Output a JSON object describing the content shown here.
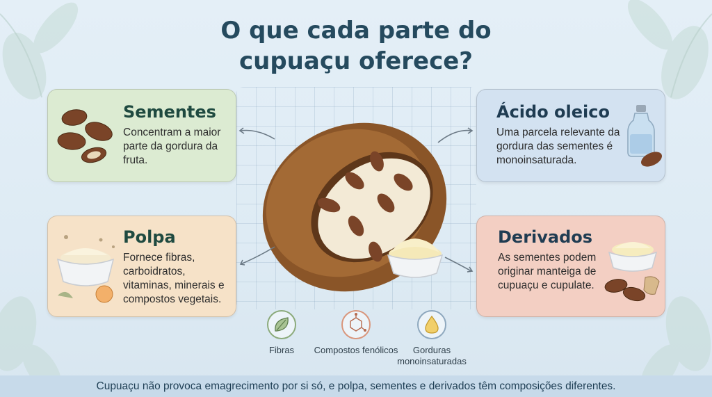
{
  "title": {
    "line1": "O que cada parte do",
    "line2": "cupuaçu oferece?"
  },
  "cards": {
    "sementes": {
      "heading": "Sementes",
      "text": "Concentram a maior parte da gordura da fruta."
    },
    "acido": {
      "heading": "Ácido oleico",
      "text": "Uma parcela relevante da gordura das sementes é monoinsaturada."
    },
    "polpa": {
      "heading": "Polpa",
      "text": "Fornece fibras, carboidratos, vitaminas, minerais e compostos vegetais."
    },
    "derivados": {
      "heading": "Derivados",
      "text": "As sementes podem originar manteiga de cupuaçu e cupulate."
    }
  },
  "features": [
    {
      "label": "Fibras",
      "icon": "leaf-icon"
    },
    {
      "label": "Compostos fenólicos",
      "icon": "molecule-icon"
    },
    {
      "label": "Gorduras monoinsaturadas",
      "icon": "oil-drop-icon"
    }
  ],
  "footer": "Cupuaçu não provoca emagrecimento por si só, e polpa, sementes e derivados têm composições diferentes.",
  "colors": {
    "title": "#254a5e",
    "sementes_bg": "#dcebd2",
    "polpa_bg": "#f6e2c8",
    "acido_bg": "#d3e2f1",
    "derivados_bg": "#f3cfc3",
    "fruit_shell": "#8a5528",
    "fruit_pulp": "#f3ead6",
    "seed": "#7a4428"
  }
}
